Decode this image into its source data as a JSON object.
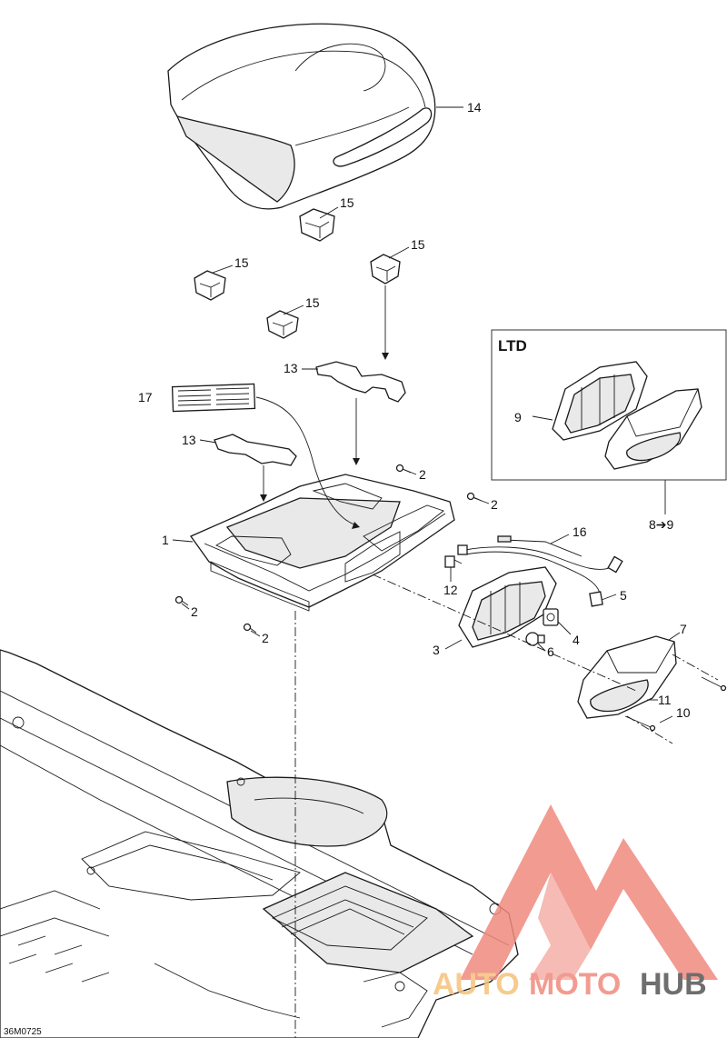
{
  "diagram": {
    "callouts": {
      "c14": "14",
      "c15a": "15",
      "c15b": "15",
      "c15c": "15",
      "c15d": "15",
      "c13a": "13",
      "c13b": "13",
      "c17": "17",
      "c1": "1",
      "c2a": "2",
      "c2b": "2",
      "c2c": "2",
      "c2d": "2",
      "c16": "16",
      "c12": "12",
      "c5": "5",
      "c4": "4",
      "c6": "6",
      "c3": "3",
      "c7": "7",
      "c11": "11",
      "c10": "10",
      "c9": "9",
      "c89": "8➔9"
    },
    "inset_label": "LTD",
    "drawing_code": "36M0725"
  },
  "watermark": {
    "part1": "AUTO",
    "part2": "MOTO",
    "part3": "HUB",
    "color_primary": "#f08a7e",
    "color_secondary": "#f5c27a",
    "color_dark": "#555555"
  }
}
